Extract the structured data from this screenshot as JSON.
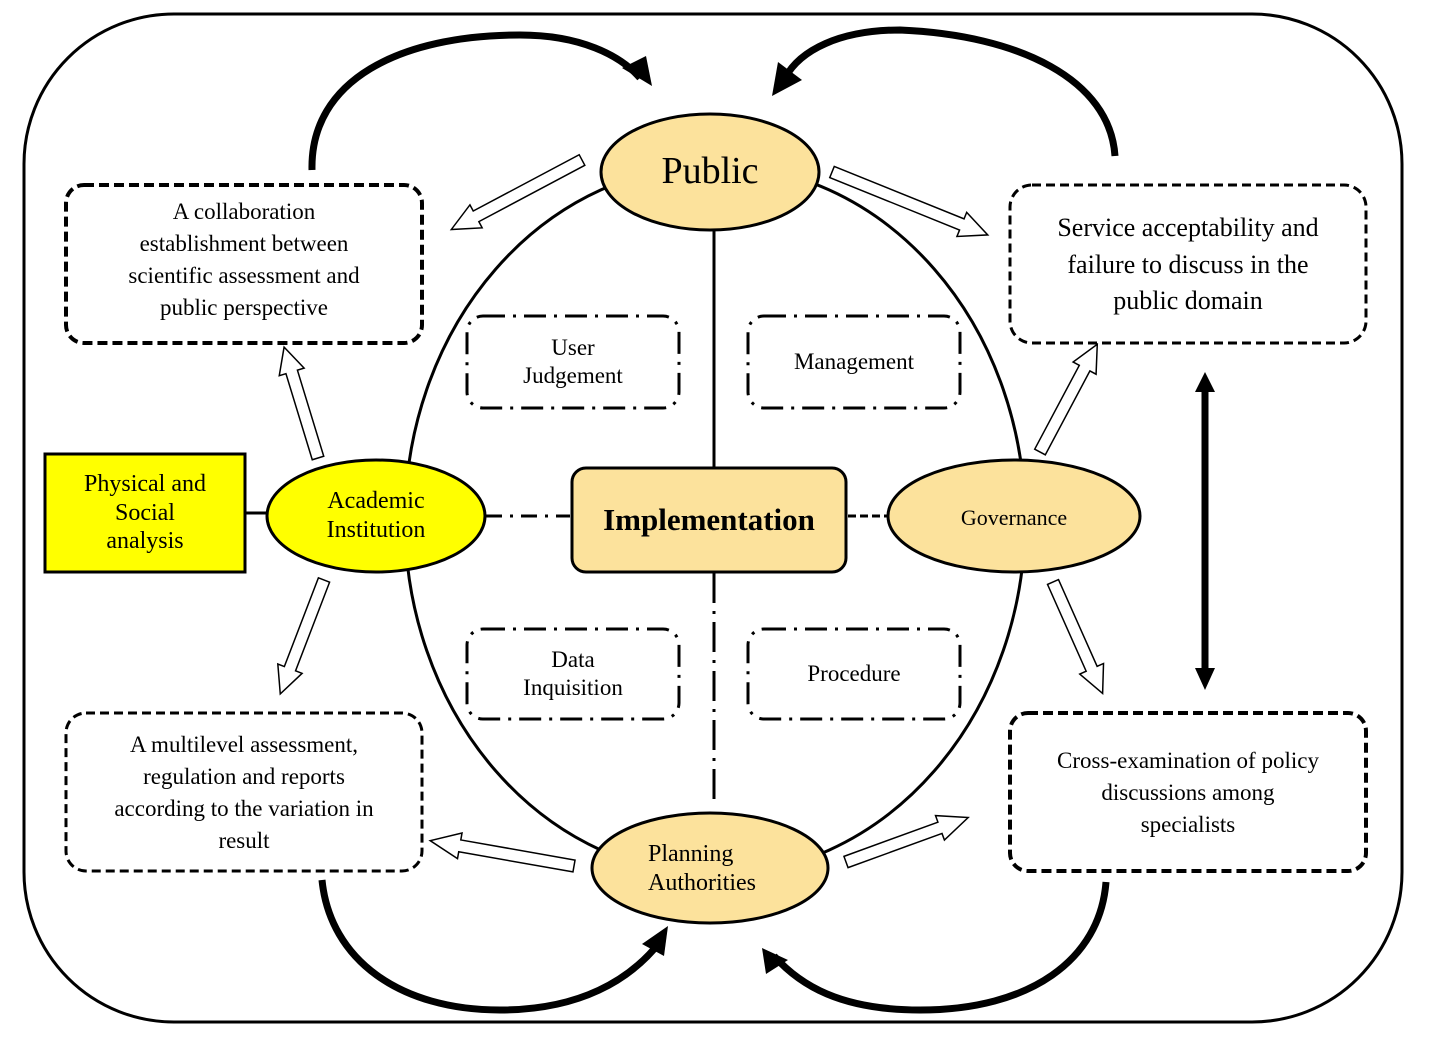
{
  "colors": {
    "node_fill": "#FCE29C",
    "academic_fill": "#FFFF00",
    "analysis_fill": "#FFFF00",
    "stroke": "#000000",
    "background": "#FFFFFF"
  },
  "nodes": {
    "public": "Public",
    "implementation": "Implementation",
    "academic": "Academic\nInstitution",
    "governance": "Governance",
    "planning": "Planning\nAuthorities",
    "analysis": "Physical and\nSocial\nanalysis"
  },
  "inner_boxes": {
    "user_judgement": "User\nJudgement",
    "management": "Management",
    "data_inquisition": "Data\nInquisition",
    "procedure": "Procedure"
  },
  "outcome_boxes": {
    "collaboration": "A collaboration\nestablishment between\nscientific assessment and\npublic perspective",
    "service": "Service acceptability and\nfailure to discuss in the\npublic domain",
    "multilevel": "A multilevel assessment,\nregulation and reports\naccording to the variation in\nresult",
    "cross_examination": "Cross-examination of policy\ndiscussions among\nspecialists"
  }
}
